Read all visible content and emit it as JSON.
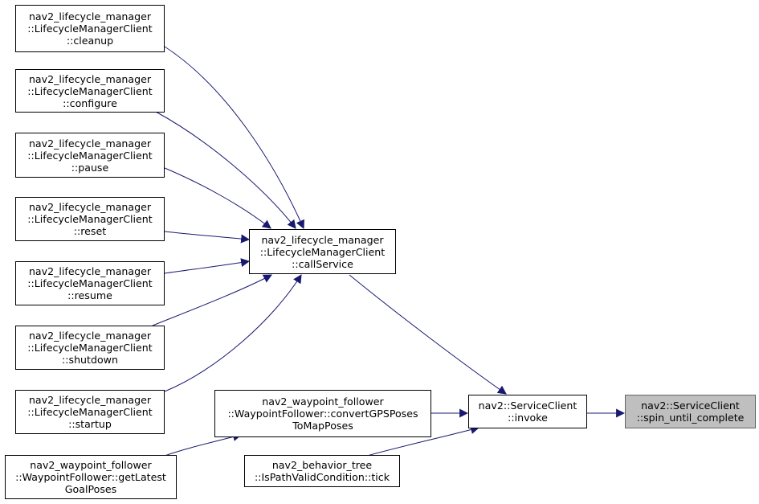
{
  "colors": {
    "edge": "#191970",
    "node_border": "#000000",
    "highlight_fill": "#bfbfbf",
    "highlight_border": "#666666"
  },
  "nodes": {
    "cleanup": {
      "lines": [
        "nav2_lifecycle_manager",
        "::LifecycleManagerClient",
        "::cleanup"
      ]
    },
    "configure": {
      "lines": [
        "nav2_lifecycle_manager",
        "::LifecycleManagerClient",
        "::configure"
      ]
    },
    "pause": {
      "lines": [
        "nav2_lifecycle_manager",
        "::LifecycleManagerClient",
        "::pause"
      ]
    },
    "reset": {
      "lines": [
        "nav2_lifecycle_manager",
        "::LifecycleManagerClient",
        "::reset"
      ]
    },
    "resume": {
      "lines": [
        "nav2_lifecycle_manager",
        "::LifecycleManagerClient",
        "::resume"
      ]
    },
    "shutdown": {
      "lines": [
        "nav2_lifecycle_manager",
        "::LifecycleManagerClient",
        "::shutdown"
      ]
    },
    "startup": {
      "lines": [
        "nav2_lifecycle_manager",
        "::LifecycleManagerClient",
        "::startup"
      ]
    },
    "callService": {
      "lines": [
        "nav2_lifecycle_manager",
        "::LifecycleManagerClient",
        "::callService"
      ]
    },
    "convertGPS": {
      "lines": [
        "nav2_waypoint_follower",
        "::WaypointFollower::convertGPSPoses",
        "ToMapPoses"
      ]
    },
    "getLatest": {
      "lines": [
        "nav2_waypoint_follower",
        "::WaypointFollower::getLatest",
        "GoalPoses"
      ]
    },
    "tick": {
      "lines": [
        "nav2_behavior_tree",
        "::IsPathValidCondition::tick"
      ]
    },
    "invoke": {
      "lines": [
        "nav2::ServiceClient",
        "::invoke"
      ]
    },
    "spin": {
      "lines": [
        "nav2::ServiceClient",
        "::spin_until_complete"
      ]
    }
  }
}
